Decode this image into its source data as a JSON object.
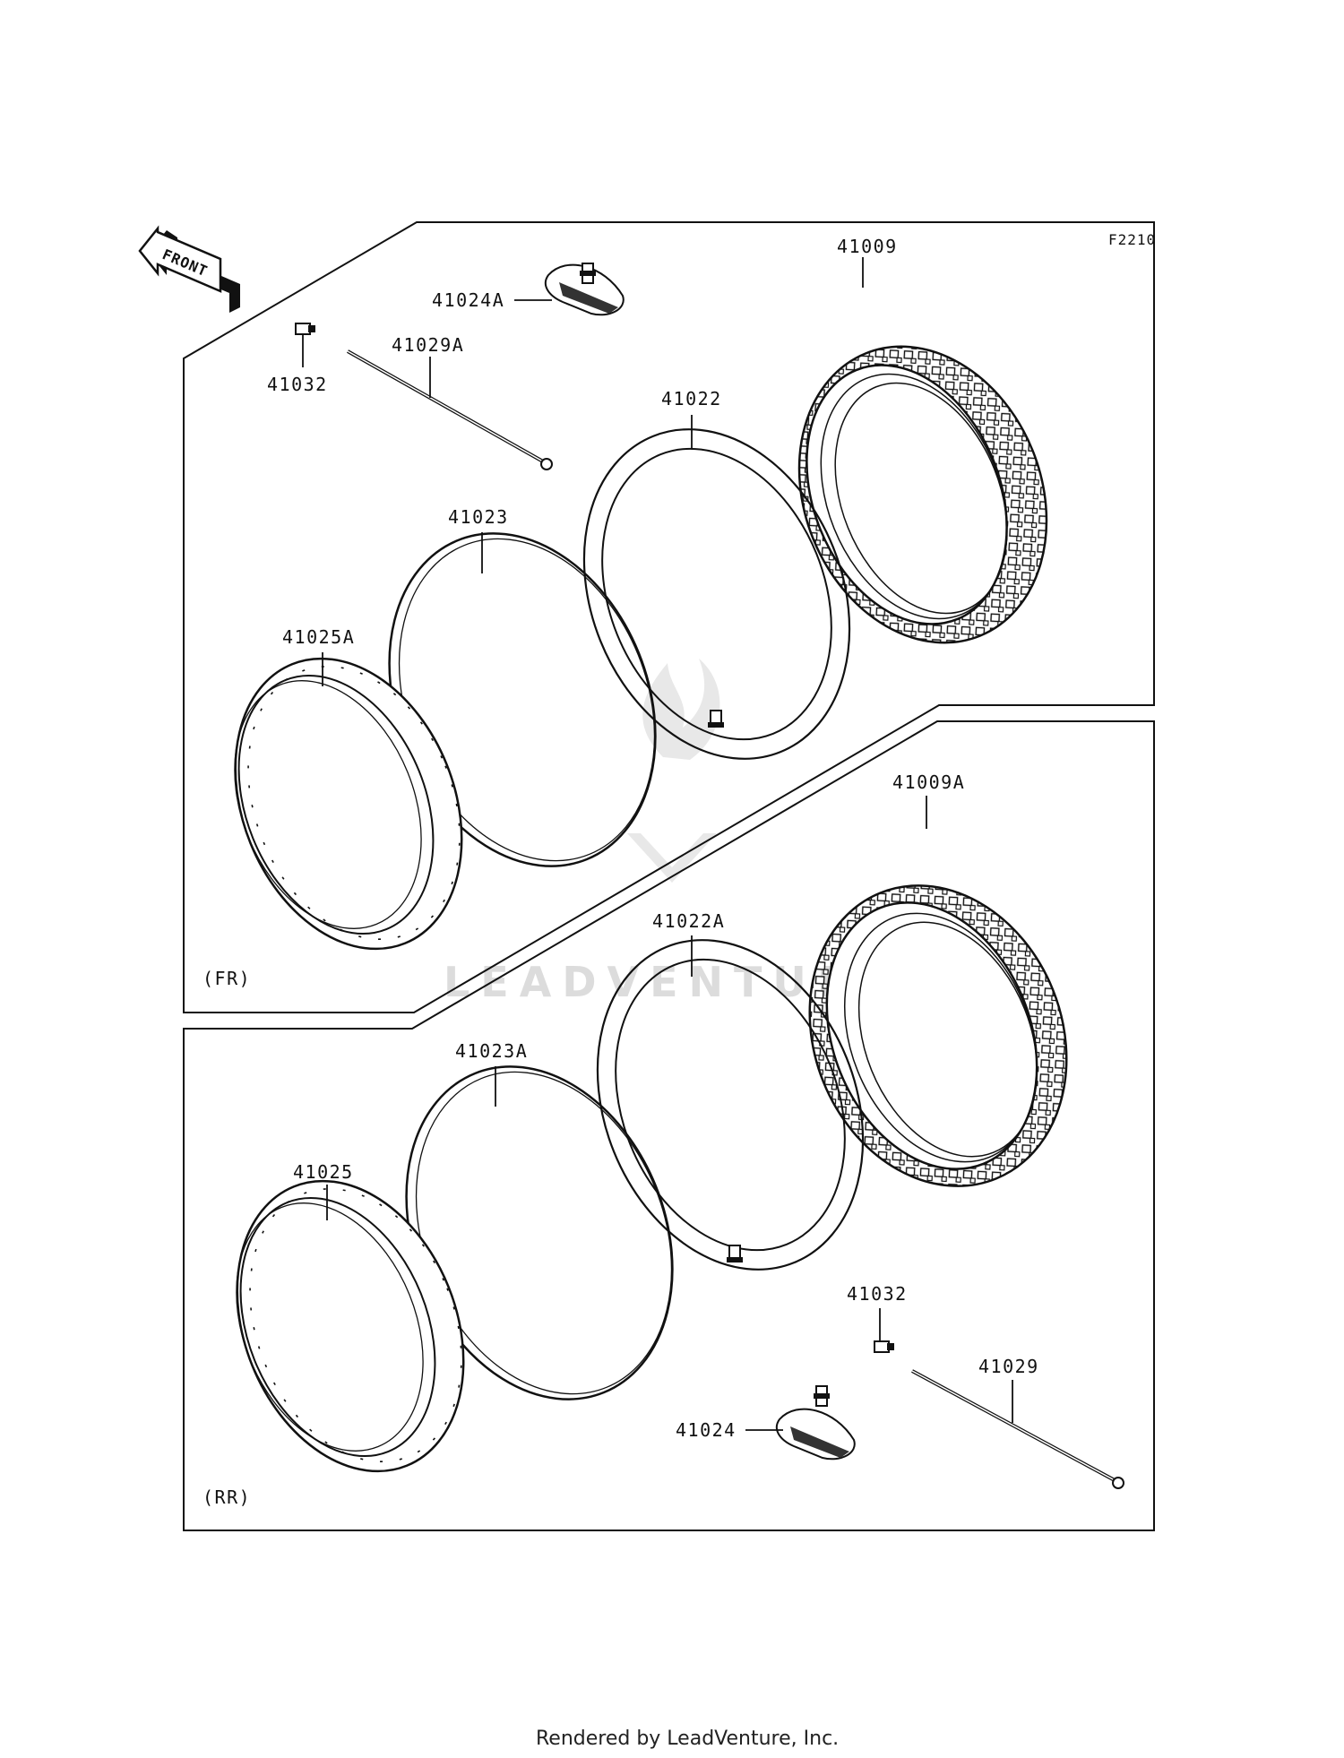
{
  "figure_code": "F2210",
  "front_arrow_label": "FRONT",
  "sections": {
    "front": "(FR)",
    "rear": "(RR)"
  },
  "parts": {
    "front": {
      "tire": "41009",
      "tube": "41022",
      "rim_band": "41023",
      "rim": "41025A",
      "rim_lock": "41024A",
      "spoke": "41029A",
      "nipple": "41032"
    },
    "rear": {
      "tire": "41009A",
      "tube": "41022A",
      "rim_band": "41023A",
      "rim": "41025",
      "rim_lock": "41024",
      "spoke": "41029",
      "nipple": "41032"
    }
  },
  "watermark": "LEADVENTURE",
  "footer": "Rendered by LeadVenture, Inc."
}
